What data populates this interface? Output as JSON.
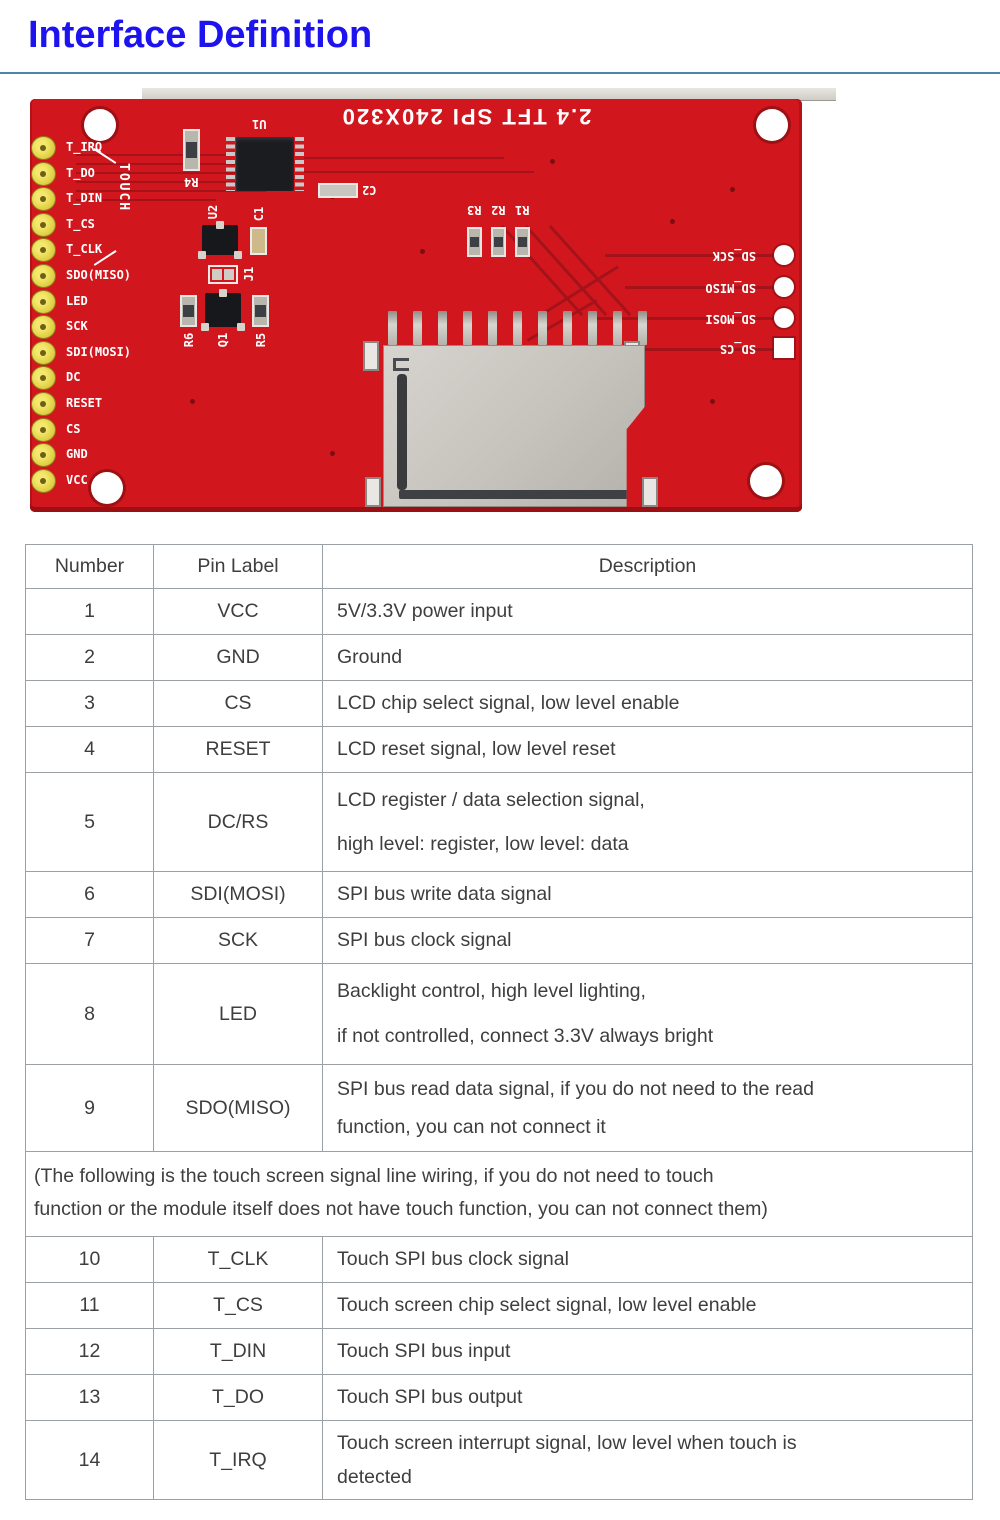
{
  "title": "Interface Definition",
  "pcb": {
    "top_text": "2.4 TFT SPI 240X320",
    "touch_label": "TOUCH",
    "left_pin_labels": [
      "T_IRQ",
      "T_DO",
      "T_DIN",
      "T_CS",
      "T_CLK",
      "SDO(MISO)",
      "LED",
      "SCK",
      "SDI(MOSI)",
      "DC",
      "RESET",
      "CS",
      "GND",
      "VCC"
    ],
    "sd_pad_labels": [
      "SD_SCK",
      "SD_MISO",
      "SD_MOSI",
      "SD_CS"
    ],
    "components": {
      "u1": "U1",
      "r4": "R4",
      "c2": "C2",
      "u2": "U2",
      "c1": "C1",
      "j1": "J1",
      "r6": "R6",
      "q1": "Q1",
      "r5": "R5",
      "r3": "R3",
      "r2": "R2",
      "r1": "R1"
    },
    "colors": {
      "board_red": "#d2161d",
      "trace_red": "#a4131a",
      "pin_yellow": "#e0cf45",
      "silkscreen": "#ffffff",
      "sd_metal": "#c6c3bd"
    }
  },
  "table": {
    "headers": [
      "Number",
      "Pin Label",
      "Description"
    ],
    "rows_top": [
      {
        "number": "1",
        "pin": "VCC",
        "desc": [
          "5V/3.3V power input"
        ]
      },
      {
        "number": "2",
        "pin": "GND",
        "desc": [
          "Ground"
        ]
      },
      {
        "number": "3",
        "pin": "CS",
        "desc": [
          "LCD chip select signal, low level enable"
        ]
      },
      {
        "number": "4",
        "pin": "RESET",
        "desc": [
          "LCD reset signal, low level reset"
        ]
      },
      {
        "number": "5",
        "pin": "DC/RS",
        "desc": [
          "LCD register / data selection signal,",
          "high level: register, low level: data"
        ]
      },
      {
        "number": "6",
        "pin": "SDI(MOSI)",
        "desc": [
          "SPI bus write data signal"
        ]
      },
      {
        "number": "7",
        "pin": "SCK",
        "desc": [
          "SPI bus clock signal"
        ]
      },
      {
        "number": "8",
        "pin": "LED",
        "desc": [
          "Backlight control, high level lighting,",
          "if not controlled, connect 3.3V always bright"
        ]
      },
      {
        "number": "9",
        "pin": "SDO(MISO)",
        "desc": [
          "SPI bus read data signal, if you do not need to the read",
          "function, you can not connect it"
        ]
      }
    ],
    "note_lines": [
      "(The following is the touch screen signal line wiring, if you do not need to touch",
      "function or the module itself does not have touch function, you can not connect them)"
    ],
    "rows_bottom": [
      {
        "number": "10",
        "pin": "T_CLK",
        "desc": [
          "Touch SPI bus clock signal"
        ]
      },
      {
        "number": "11",
        "pin": "T_CS",
        "desc": [
          "Touch screen chip select signal, low level enable"
        ]
      },
      {
        "number": "12",
        "pin": "T_DIN",
        "desc": [
          "Touch SPI bus input"
        ]
      },
      {
        "number": "13",
        "pin": "T_DO",
        "desc": [
          "Touch SPI bus output"
        ]
      },
      {
        "number": "14",
        "pin": "T_IRQ",
        "desc": [
          "Touch screen interrupt signal, low level when touch is",
          "detected"
        ]
      }
    ]
  }
}
